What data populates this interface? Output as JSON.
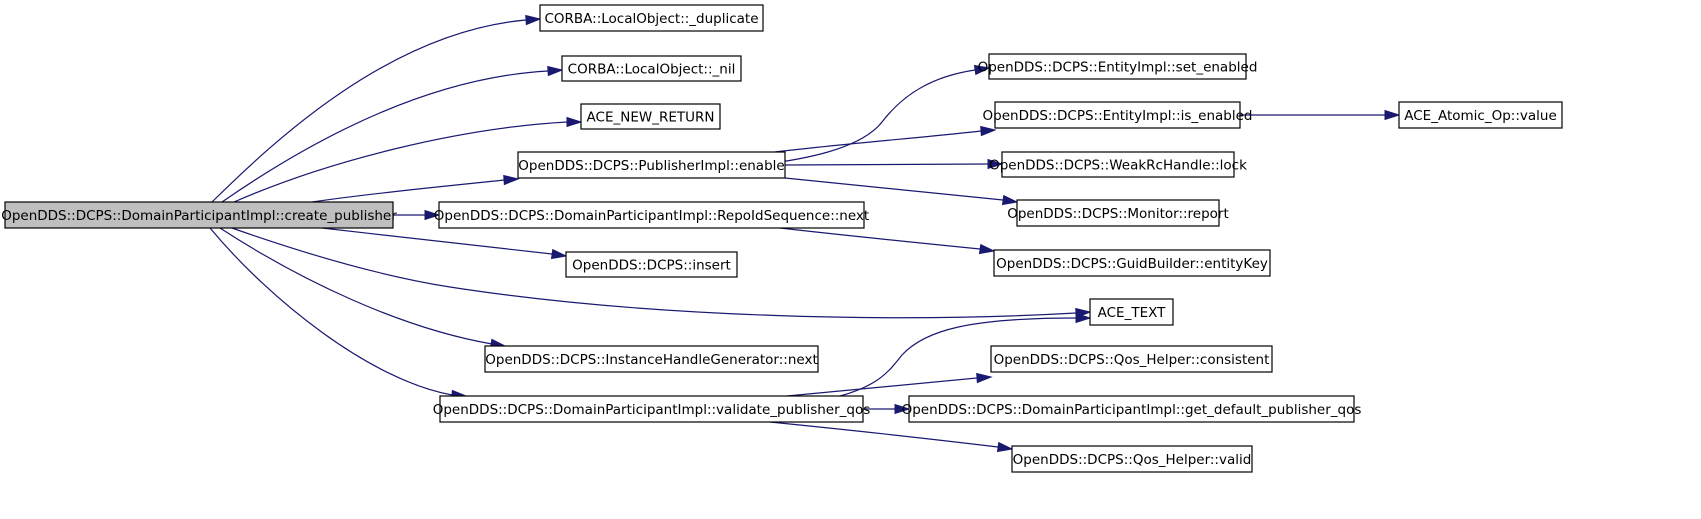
{
  "diagram": {
    "kind": "call-graph",
    "colors": {
      "edge": "#191970",
      "root_fill": "#bfbfbf",
      "node_fill": "#ffffff",
      "border": "#000000"
    },
    "nodes": [
      {
        "id": "create_publisher",
        "label": "OpenDDS::DCPS::DomainParticipantImpl::create_publisher",
        "root": true
      },
      {
        "id": "duplicate",
        "label": "CORBA::LocalObject::_duplicate"
      },
      {
        "id": "nil",
        "label": "CORBA::LocalObject::_nil"
      },
      {
        "id": "ace_new_return",
        "label": "ACE_NEW_RETURN"
      },
      {
        "id": "publisher_enable",
        "label": "OpenDDS::DCPS::PublisherImpl::enable"
      },
      {
        "id": "repoid_next",
        "label": "OpenDDS::DCPS::DomainParticipantImpl::RepoIdSequence::next"
      },
      {
        "id": "insert",
        "label": "OpenDDS::DCPS::insert"
      },
      {
        "id": "ace_text",
        "label": "ACE_TEXT"
      },
      {
        "id": "handle_next",
        "label": "OpenDDS::DCPS::InstanceHandleGenerator::next"
      },
      {
        "id": "validate_qos",
        "label": "OpenDDS::DCPS::DomainParticipantImpl::validate_publisher_qos"
      },
      {
        "id": "set_enabled",
        "label": "OpenDDS::DCPS::EntityImpl::set_enabled"
      },
      {
        "id": "is_enabled",
        "label": "OpenDDS::DCPS::EntityImpl::is_enabled"
      },
      {
        "id": "lock",
        "label": "OpenDDS::DCPS::WeakRcHandle::lock"
      },
      {
        "id": "report",
        "label": "OpenDDS::DCPS::Monitor::report"
      },
      {
        "id": "entity_key",
        "label": "OpenDDS::DCPS::GuidBuilder::entityKey"
      },
      {
        "id": "consistent",
        "label": "OpenDDS::DCPS::Qos_Helper::consistent"
      },
      {
        "id": "default_qos",
        "label": "OpenDDS::DCPS::DomainParticipantImpl::get_default_publisher_qos"
      },
      {
        "id": "valid",
        "label": "OpenDDS::DCPS::Qos_Helper::valid"
      },
      {
        "id": "atomic_value",
        "label": "ACE_Atomic_Op::value"
      }
    ],
    "edges": [
      {
        "from": "create_publisher",
        "to": "duplicate"
      },
      {
        "from": "create_publisher",
        "to": "nil"
      },
      {
        "from": "create_publisher",
        "to": "ace_new_return"
      },
      {
        "from": "create_publisher",
        "to": "publisher_enable"
      },
      {
        "from": "create_publisher",
        "to": "repoid_next"
      },
      {
        "from": "create_publisher",
        "to": "insert"
      },
      {
        "from": "create_publisher",
        "to": "ace_text"
      },
      {
        "from": "create_publisher",
        "to": "handle_next"
      },
      {
        "from": "create_publisher",
        "to": "validate_qos"
      },
      {
        "from": "publisher_enable",
        "to": "set_enabled"
      },
      {
        "from": "publisher_enable",
        "to": "is_enabled"
      },
      {
        "from": "publisher_enable",
        "to": "lock"
      },
      {
        "from": "publisher_enable",
        "to": "report"
      },
      {
        "from": "repoid_next",
        "to": "entity_key"
      },
      {
        "from": "is_enabled",
        "to": "atomic_value"
      },
      {
        "from": "validate_qos",
        "to": "ace_text"
      },
      {
        "from": "validate_qos",
        "to": "consistent"
      },
      {
        "from": "validate_qos",
        "to": "default_qos"
      },
      {
        "from": "validate_qos",
        "to": "valid"
      }
    ]
  }
}
